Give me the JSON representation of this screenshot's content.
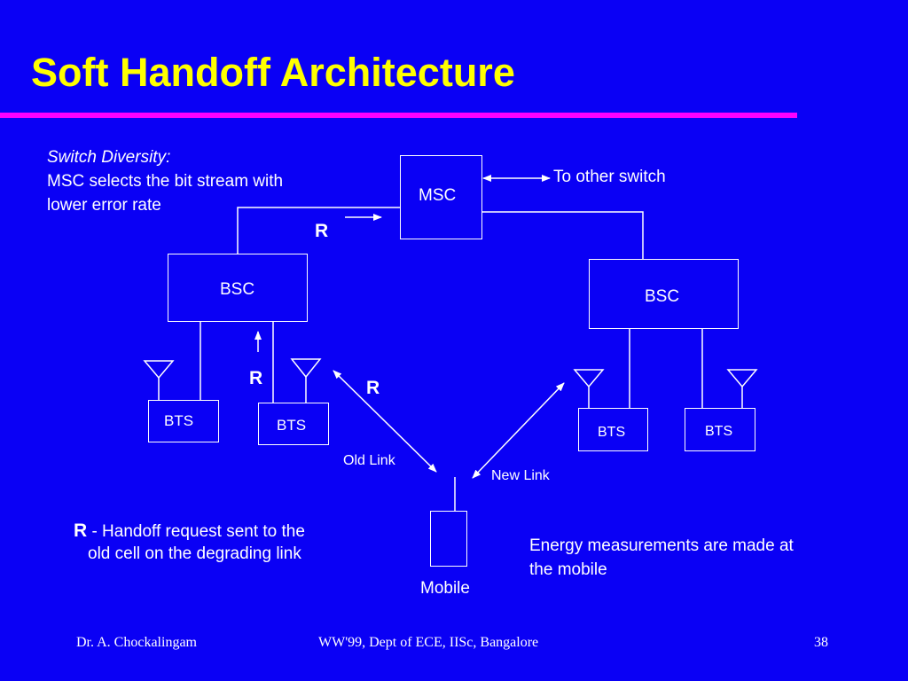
{
  "slide": {
    "title": "Soft Handoff Architecture",
    "accent_color": "#ff00ff",
    "title_color": "#ffff00",
    "background_color": "#0a00f5"
  },
  "notes": {
    "switch_diversity_heading": "Switch Diversity:",
    "switch_diversity_line1": "MSC selects the bit stream with",
    "switch_diversity_line2": "lower error rate",
    "to_other_switch": "To other switch",
    "r_legend_symbol": "R",
    "r_legend_line1": " - Handoff request sent to the",
    "r_legend_line2": "old cell on the degrading link",
    "energy_line1": "Energy measurements are made at",
    "energy_line2": "the mobile"
  },
  "diagram": {
    "msc_label": "MSC",
    "bsc_left_label": "BSC",
    "bsc_right_label": "BSC",
    "bts_labels": [
      "BTS",
      "BTS",
      "BTS",
      "BTS"
    ],
    "r_markers": [
      "R",
      "R",
      "R"
    ],
    "old_link_label": "Old Link",
    "new_link_label": "New Link",
    "mobile_label": "Mobile"
  },
  "footer": {
    "author": "Dr. A. Chockalingam",
    "venue": "WW'99, Dept of ECE, IISc, Bangalore",
    "page_number": "38"
  }
}
